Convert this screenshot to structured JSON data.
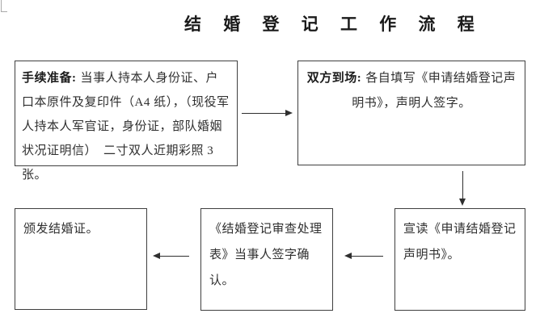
{
  "title": "结 婚 登 记 工 作 流 程",
  "flowchart": {
    "step1": {
      "label": "手续准备:",
      "body": "当事人持本人身份证、户口本原件及复印件（A4 纸），（现役军人持本人军官证，身份证，部队婚姻状况证明信）　二寸双人近期彩照 3 张。"
    },
    "step2": {
      "label": "双方到场:",
      "body": "各自填写《申请结婚登记声明书》，声明人签字。"
    },
    "step3": {
      "body": "宣读《申请结婚登记声明书》。"
    },
    "step4": {
      "body": "《结婚登记审查处理表》当事人签字确认。"
    },
    "step5": {
      "body": "颁发结婚证。"
    }
  },
  "colors": {
    "box_border": "#3f3f3f",
    "text": "#2f2f2f",
    "title_text": "#1a1a1a",
    "arrow": "#2f2f2f",
    "corner_artifact": "#a9a9a9"
  }
}
